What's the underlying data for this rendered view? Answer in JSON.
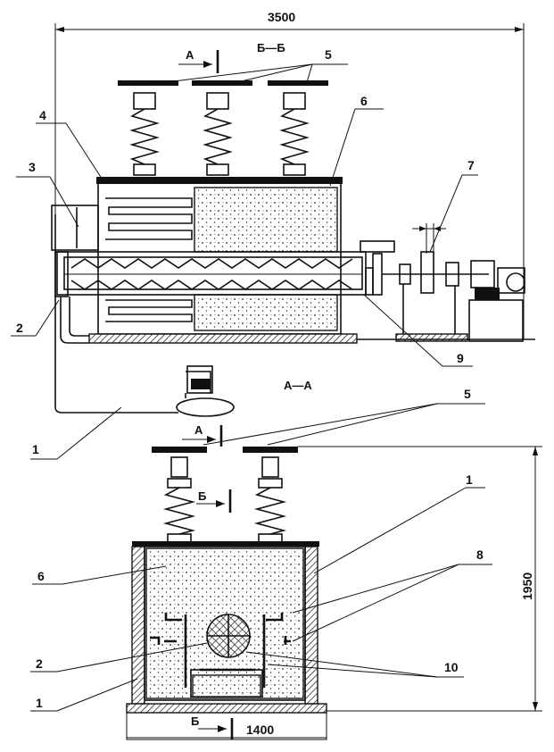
{
  "dimensions": {
    "overall_length": "3500",
    "base_width": "1400",
    "height": "1950"
  },
  "section_marks": {
    "section_aa": "A—A",
    "section_bb": "Б—Б",
    "cut_a": "A",
    "cut_b": "Б"
  },
  "callouts": {
    "n1": "1",
    "n2": "2",
    "n3": "3",
    "n4": "4",
    "n5": "5",
    "n6": "6",
    "n7": "7",
    "n8": "8",
    "n9": "9",
    "n10": "10"
  }
}
